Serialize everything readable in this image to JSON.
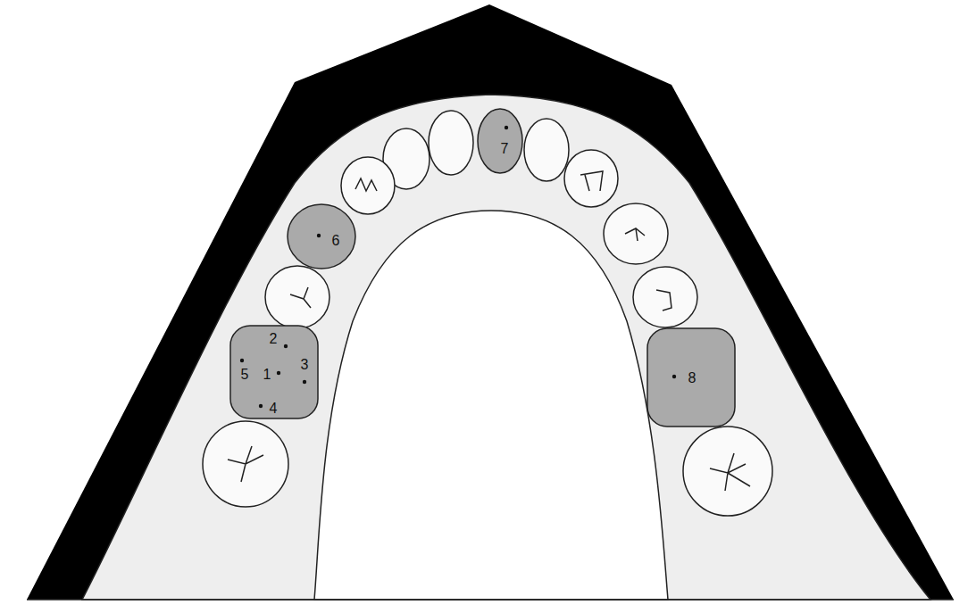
{
  "diagram": {
    "labels": [
      "7",
      "6",
      "2",
      "5",
      "1",
      "3",
      "8",
      "4"
    ]
  }
}
